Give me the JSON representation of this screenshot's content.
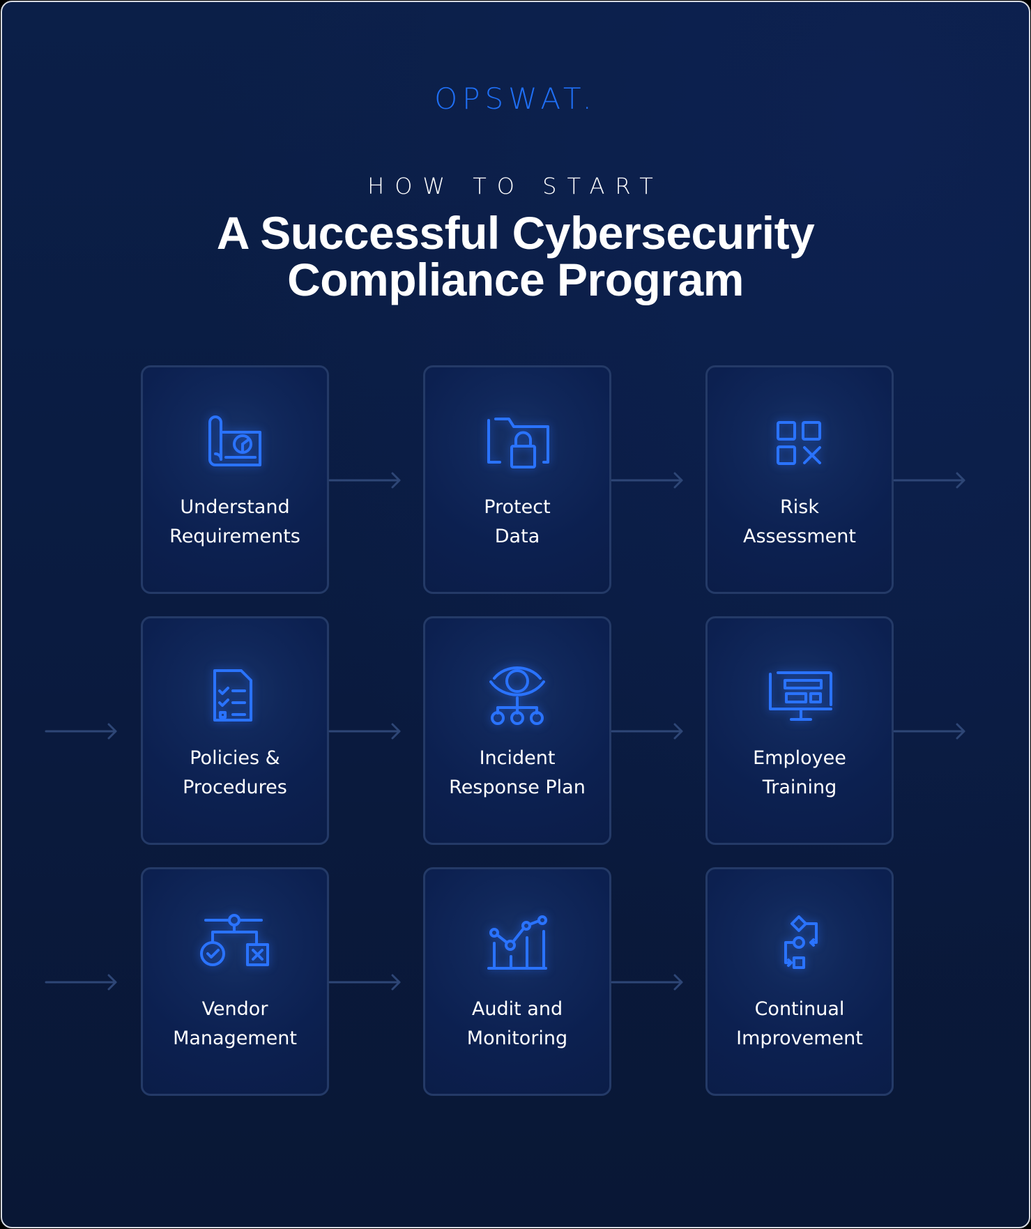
{
  "brand": {
    "logo_text": "OPSWAT.",
    "accent_color": "#1f6ff5"
  },
  "header": {
    "kicker": "HOW TO START",
    "title_line1": "A Successful Cybersecurity",
    "title_line2": "Compliance Program"
  },
  "steps": [
    {
      "icon": "blueprint-chart-icon",
      "line1": "Understand",
      "line2": "Requirements"
    },
    {
      "icon": "folder-lock-icon",
      "line1": "Protect",
      "line2": "Data"
    },
    {
      "icon": "grid-x-icon",
      "line1": "Risk",
      "line2": "Assessment"
    },
    {
      "icon": "checklist-document-icon",
      "line1": "Policies &",
      "line2": "Procedures"
    },
    {
      "icon": "eye-network-icon",
      "line1": "Incident",
      "line2": "Response Plan"
    },
    {
      "icon": "monitor-layout-icon",
      "line1": "Employee",
      "line2": "Training"
    },
    {
      "icon": "hierarchy-check-x-icon",
      "line1": "Vendor",
      "line2": "Management"
    },
    {
      "icon": "bar-line-chart-icon",
      "line1": "Audit and",
      "line2": "Monitoring"
    },
    {
      "icon": "flowchart-cycle-icon",
      "line1": "Continual",
      "line2": "Improvement"
    }
  ],
  "colors": {
    "background": "#0b1d45",
    "card_border": "#243a67",
    "arrow": "#2e4676",
    "icon": "#2a73ff",
    "text": "#ffffff"
  }
}
